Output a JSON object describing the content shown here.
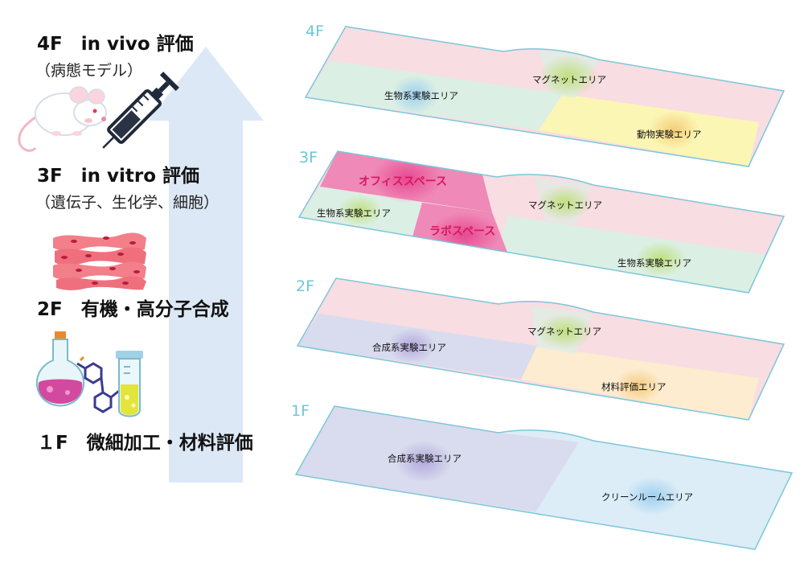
{
  "floors": [
    {
      "id": "4f",
      "floor_label": "4F",
      "title": "4F　in vivo 評価",
      "subtitle": "（病態モデル）",
      "areas": {
        "magnet": "マグネットエリア",
        "bio": "生物系実験エリア",
        "animal": "動物実験エリア"
      }
    },
    {
      "id": "3f",
      "floor_label": "3F",
      "title": "3F　in vitro 評価",
      "subtitle": "（遺伝子、生化学、細胞）",
      "areas": {
        "office": "オフィススペース",
        "lab": "ラボスペース",
        "magnet": "マグネットエリア",
        "bio_left": "生物系実験エリア",
        "bio_right": "生物系実験エリア"
      }
    },
    {
      "id": "2f",
      "floor_label": "2F",
      "title": "2F　有機・高分子合成",
      "subtitle": "",
      "areas": {
        "magnet": "マグネットエリア",
        "synth": "合成系実験エリア",
        "material": "材料評価エリア"
      }
    },
    {
      "id": "1f",
      "floor_label": "1F",
      "title": "１F　微細加工・材料評価",
      "subtitle": "",
      "areas": {
        "synth": "合成系実験エリア",
        "clean": "クリーンルームエリア"
      }
    }
  ],
  "colors": {
    "arrow": "#dce8f6",
    "outline": "#7cc7d9",
    "pink": "#f8dde3",
    "green": "#dcefe4",
    "yellow": "#fbf6b4",
    "lavender": "#d9dcee",
    "peach": "#fdecd0",
    "lightblue": "#dcedf7",
    "magenta": "#ef89b7"
  },
  "icons": [
    "mouse-icon",
    "syringe-icon",
    "muscle-cells-icon",
    "flask-icon",
    "molecule-icon",
    "test-tube-icon"
  ]
}
